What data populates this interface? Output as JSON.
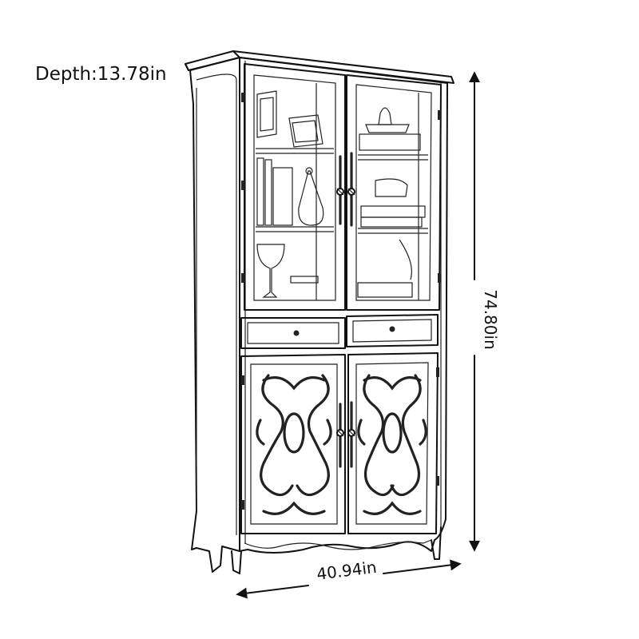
{
  "dimensions": {
    "depth_label": "Depth:13.78in",
    "width_label": "40.94in",
    "height_label": "74.80in"
  },
  "colors": {
    "line": "#111111",
    "background": "#ffffff"
  },
  "icons": {
    "arrow_head": "arrow-head-icon",
    "handle": "door-handle-icon",
    "keyhole": "keyhole-icon",
    "hinge": "hinge-icon"
  }
}
